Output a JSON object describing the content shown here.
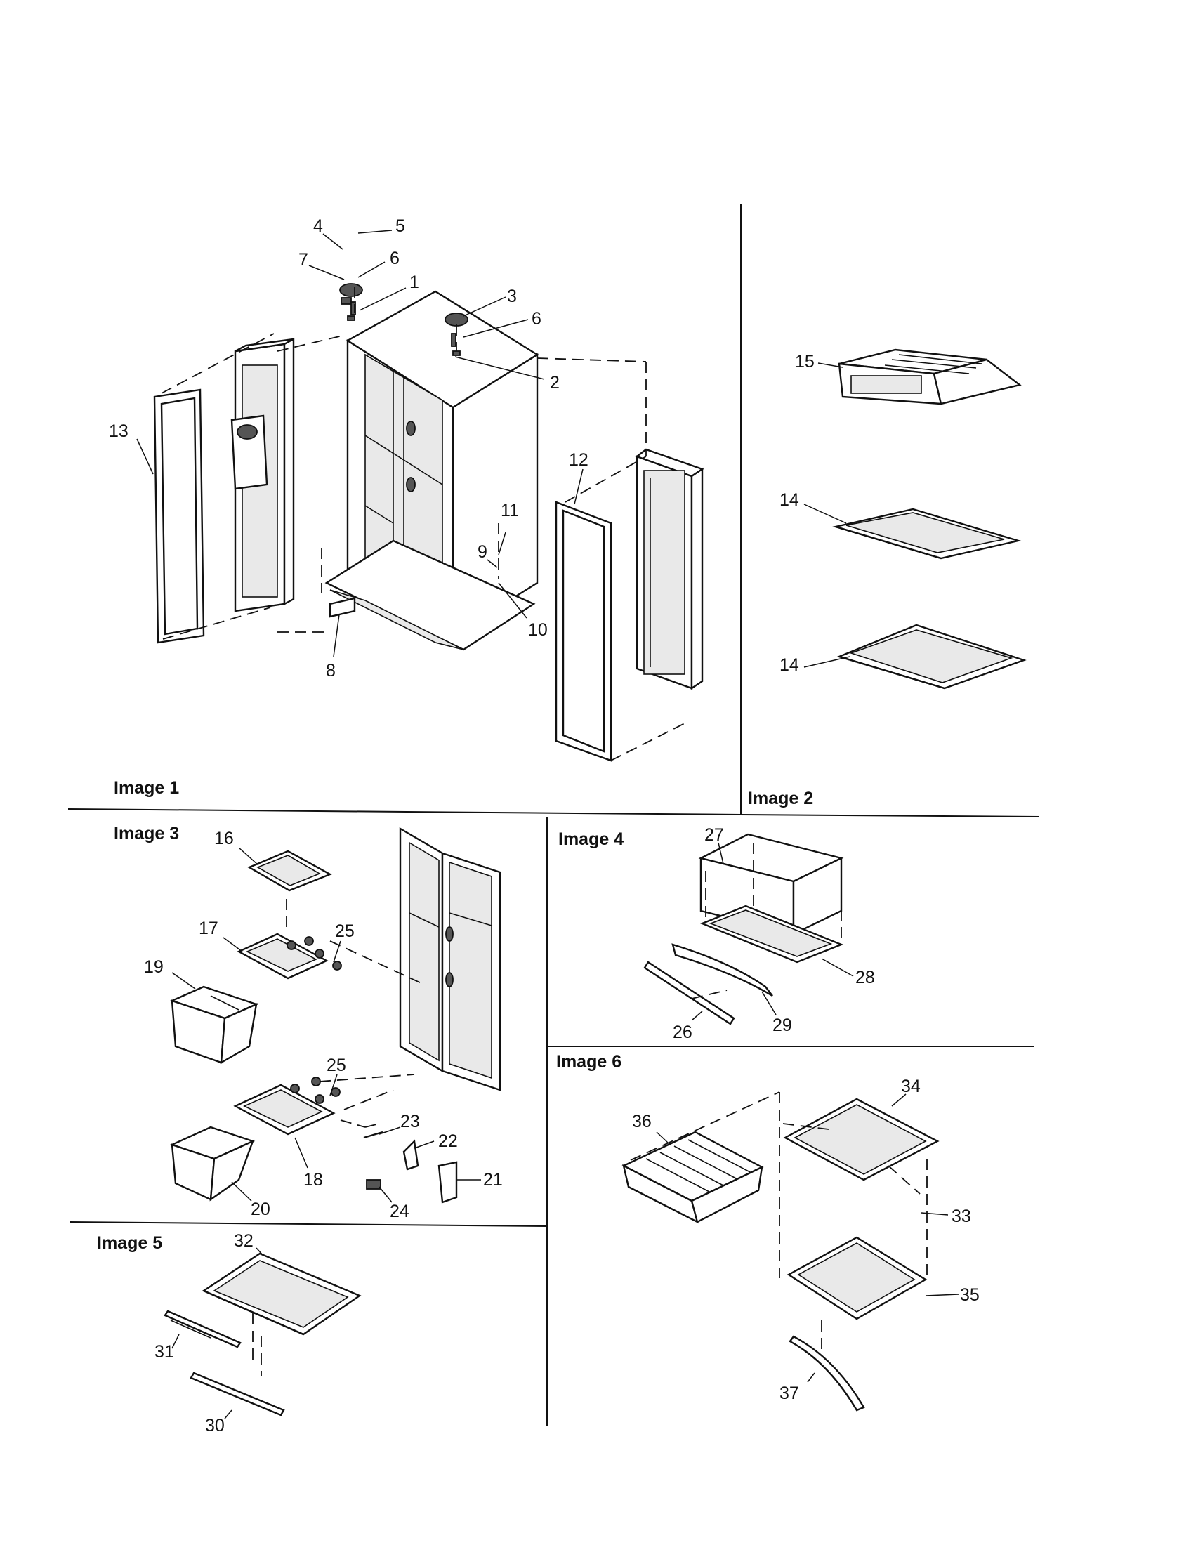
{
  "panels": {
    "image1": "Image 1",
    "image2": "Image 2",
    "image3": "Image 3",
    "image4": "Image 4",
    "image5": "Image 5",
    "image6": "Image 6"
  },
  "callouts": {
    "c1": "1",
    "c2": "2",
    "c3": "3",
    "c4": "4",
    "c5": "5",
    "c6a": "6",
    "c6b": "6",
    "c7": "7",
    "c8": "8",
    "c9": "9",
    "c10": "10",
    "c11": "11",
    "c12": "12",
    "c13": "13",
    "c14a": "14",
    "c14b": "14",
    "c15": "15",
    "c16": "16",
    "c17": "17",
    "c18": "18",
    "c19": "19",
    "c20": "20",
    "c21": "21",
    "c22": "22",
    "c23": "23",
    "c24": "24",
    "c25a": "25",
    "c25b": "25",
    "c26": "26",
    "c27": "27",
    "c28": "28",
    "c29": "29",
    "c30": "30",
    "c31": "31",
    "c32": "32",
    "c33": "33",
    "c34": "34",
    "c35": "35",
    "c36": "36",
    "c37": "37"
  }
}
